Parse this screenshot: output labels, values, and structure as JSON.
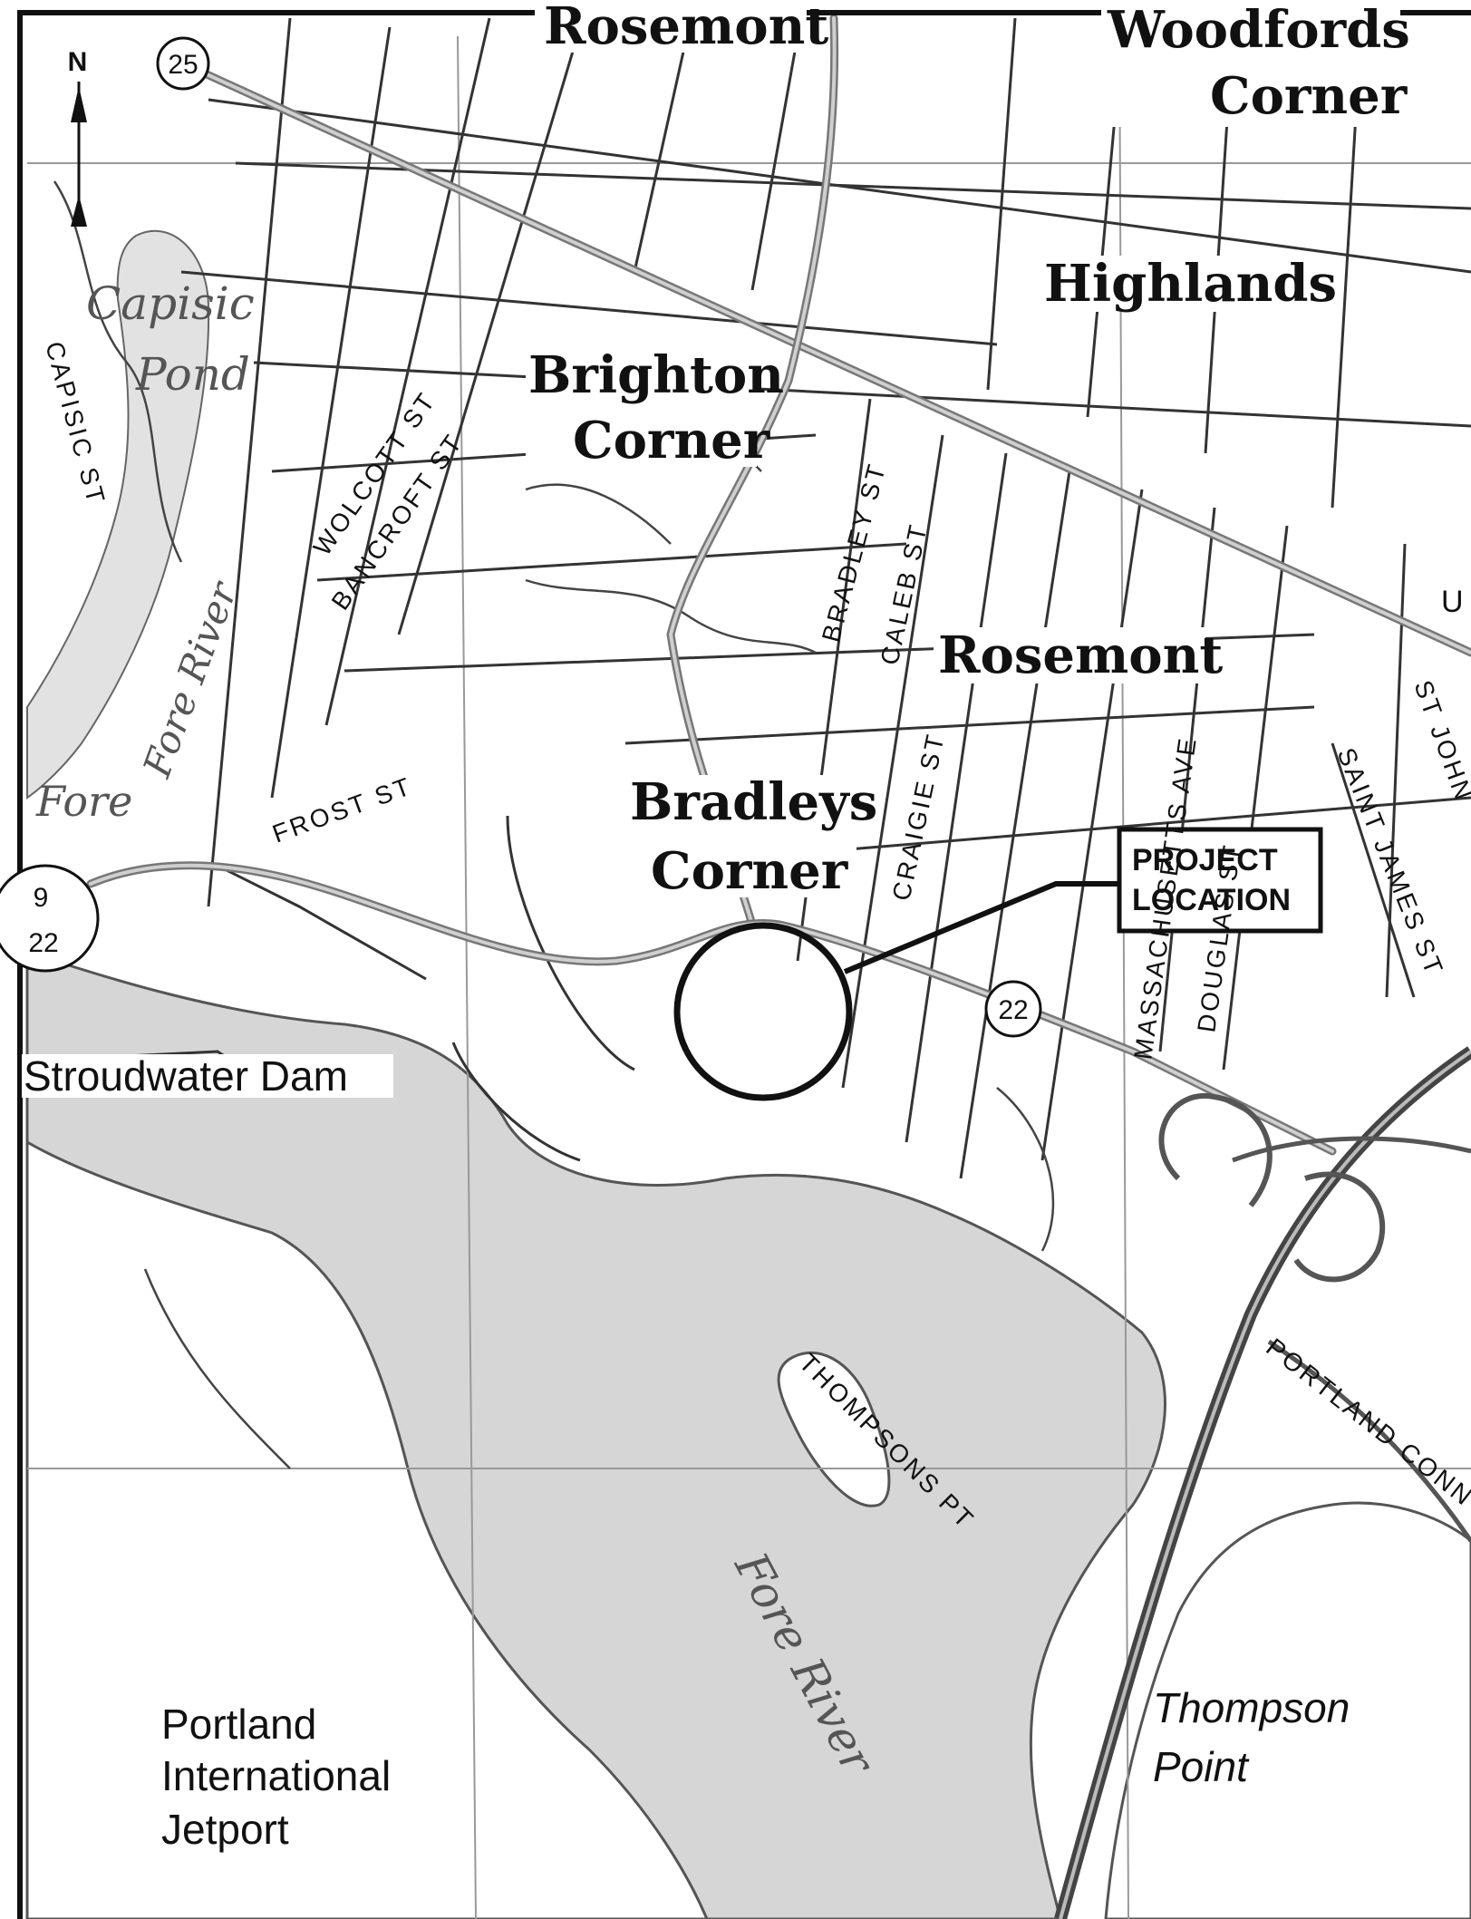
{
  "colors": {
    "water_fill": "#d6d6d6",
    "land": "#ffffff",
    "road_major": "#777777",
    "ink": "#111111"
  },
  "map": {
    "north_label": "N",
    "towns": {
      "rosemont_top": "Rosemont",
      "woodfords": "Woodfords",
      "corner_woodfords": "Corner",
      "highlands": "Highlands",
      "brighton": "Brighton",
      "corner_brighton": "Corner",
      "rosemont_mid": "Rosemont",
      "bradleys": "Bradleys",
      "corner_bradleys": "Corner"
    },
    "places": {
      "stroudwater_dam": "Stroudwater Dam",
      "portland": "Portland",
      "international": "International",
      "jetport": "Jetport",
      "thompson": "Thompson",
      "point": "Point"
    },
    "water": {
      "capisic": "Capisic",
      "pond": "Pond",
      "fore_river_left": "Fore River",
      "fore_river_small": "Fore",
      "fore_river_big": "Fore River"
    },
    "streets": {
      "capisic_st": "CAPISIC ST",
      "wolcott_st": "WOLCOTT ST",
      "bancroft_st": "BANCROFT ST",
      "bradley_st": "BRADLEY ST",
      "caleb_st": "CALEB ST",
      "craigie_st": "CRAIGIE ST",
      "frost_st": "FROST ST",
      "massachusetts_ave": "MASSACHUSETTS AVE",
      "douglas_st": "DOUGLAS ST",
      "saint_james_st": "SAINT JAMES ST",
      "st_john": "ST JOHN",
      "thompsons_pt": "THOMPSONS PT",
      "portland_conn": "PORTLAND CONN",
      "u_fragment": "U"
    },
    "shields": {
      "route_25": "25",
      "route_22_east": "22",
      "route_9": "9",
      "route_22_west": "22"
    },
    "callout": {
      "line1": "PROJECT",
      "line2": "LOCATION"
    }
  }
}
